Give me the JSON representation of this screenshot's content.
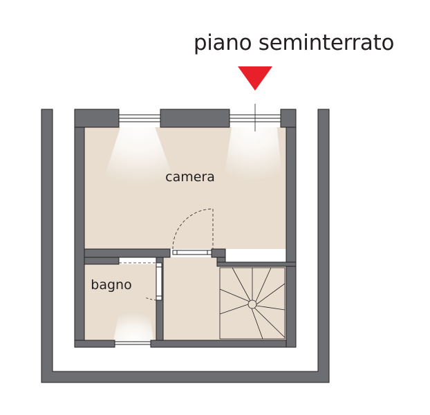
{
  "title": "piano seminterrato",
  "rooms": {
    "camera": "camera",
    "bagno": "bagno"
  },
  "colors": {
    "wall": "#6d6e71",
    "floor": "#e8ddcf",
    "outline": "#231f20",
    "marker": "#e8202a",
    "background": "#ffffff"
  }
}
